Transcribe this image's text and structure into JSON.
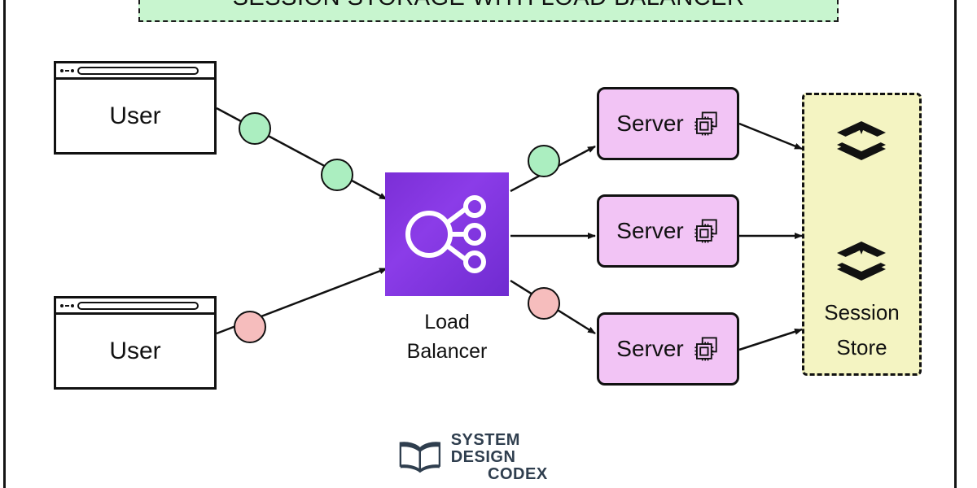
{
  "diagram": {
    "title": "SESSION STORAGE WITH LOAD BALANCER",
    "colors": {
      "title_banner_fill": "#c8f5cf",
      "load_balancer_fill": "#7b2fd6",
      "server_fill": "#f2c4f5",
      "session_store_fill": "#f4f4c2",
      "token_green": "#abeec0",
      "token_pink": "#f6bdbd",
      "stroke": "#111111",
      "logo": "#2f3e4e"
    }
  },
  "clients": [
    {
      "label": "User",
      "icon": "browser-window-icon"
    },
    {
      "label": "User",
      "icon": "browser-window-icon"
    }
  ],
  "load_balancer": {
    "caption_line1": "Load",
    "caption_line2": "Balancer",
    "icon": "load-balancer-distribution-icon"
  },
  "servers": [
    {
      "label": "Server",
      "icon": "cpu-chip-icon"
    },
    {
      "label": "Server",
      "icon": "cpu-chip-icon"
    },
    {
      "label": "Server",
      "icon": "cpu-chip-icon"
    }
  ],
  "session_store": {
    "label_line1": "Session",
    "label_line2": "Store",
    "icon_top": "stacked-layers-icon",
    "icon_bottom": "stacked-layers-icon",
    "sync_arrow": "bidirectional-sync-arrow"
  },
  "tokens": [
    {
      "id": "token-user1-a",
      "color": "green"
    },
    {
      "id": "token-user1-b",
      "color": "green"
    },
    {
      "id": "token-user2-a",
      "color": "pink"
    },
    {
      "id": "token-lb-server1",
      "color": "green"
    },
    {
      "id": "token-lb-server3",
      "color": "pink"
    }
  ],
  "footer": {
    "brand_line1": "SYSTEM DESIGN",
    "brand_line2": "CODEX",
    "icon": "open-book-icon"
  }
}
